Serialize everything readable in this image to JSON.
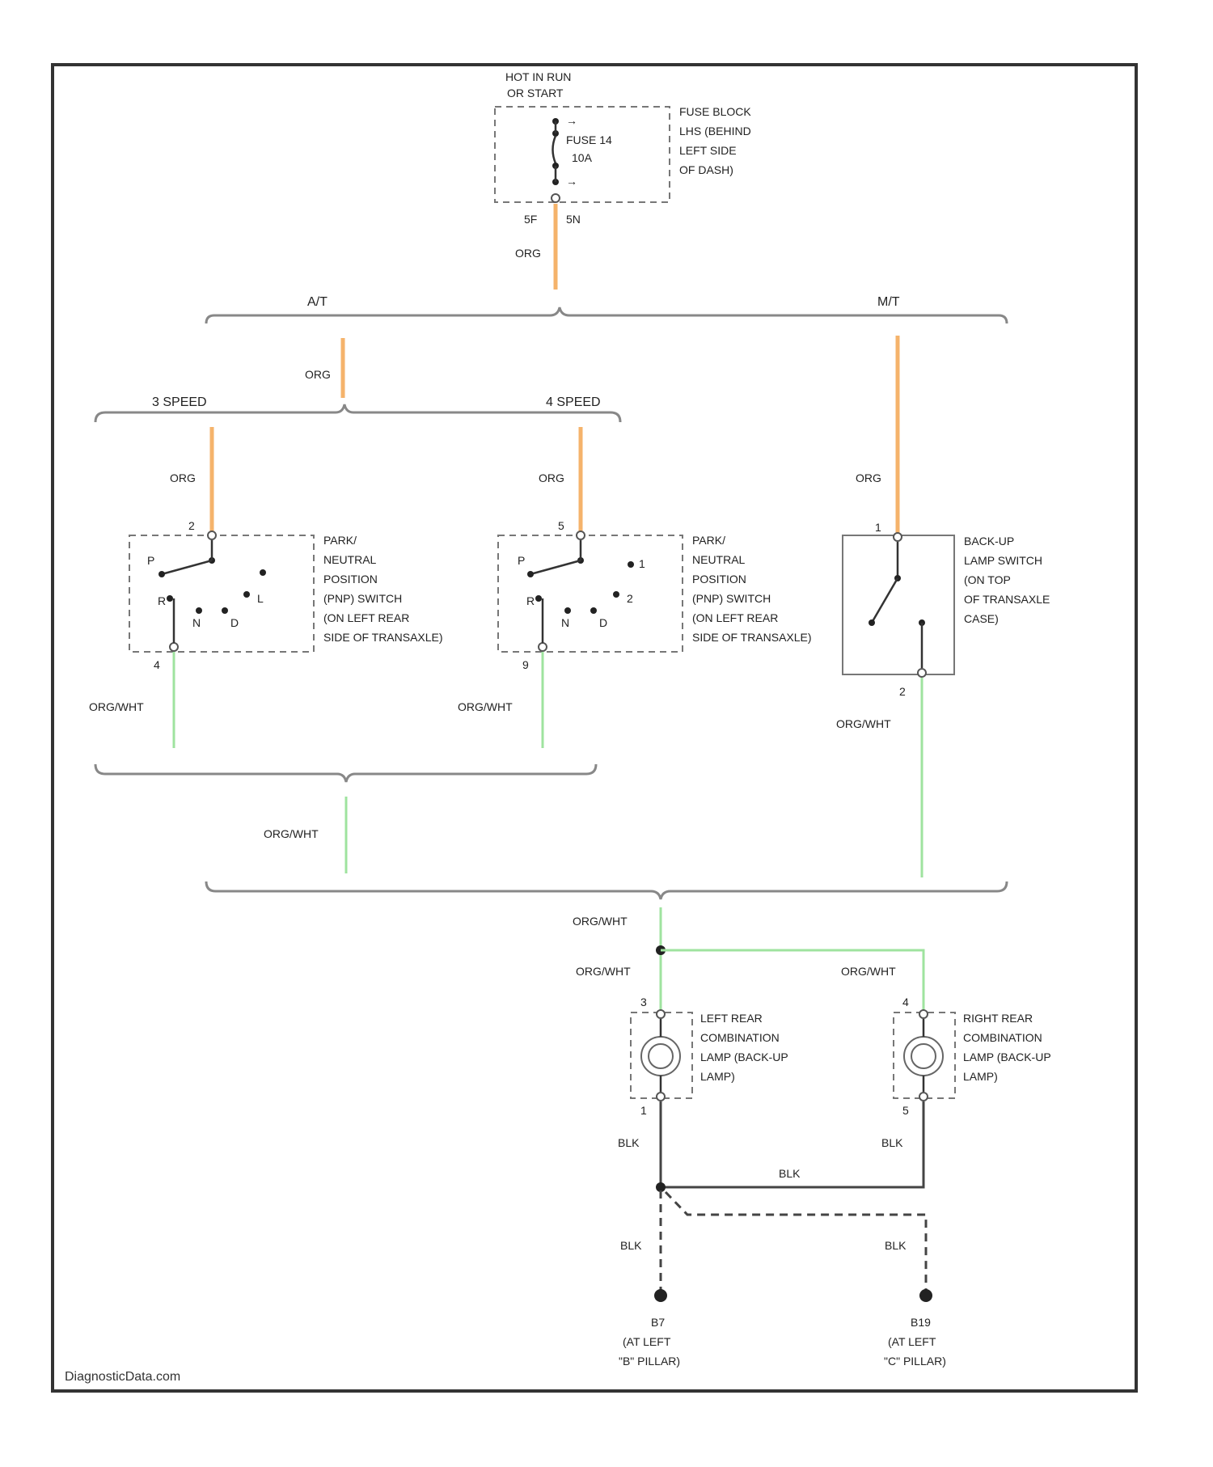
{
  "power": {
    "line1": "HOT IN RUN",
    "line2": "OR START"
  },
  "fuse": {
    "label": "FUSE 14",
    "rating": "10A",
    "location": [
      "FUSE BLOCK",
      "LHS (BEHIND",
      "LEFT SIDE",
      "OF DASH)"
    ],
    "pin_left": "5F",
    "pin_right": "5N"
  },
  "wires": {
    "org": "ORG",
    "org_wht": "ORG/WHT",
    "blk": "BLK"
  },
  "branches": {
    "at": "A/T",
    "mt": "M/T",
    "speed3": "3 SPEED",
    "speed4": "4 SPEED"
  },
  "pnp_switch_3": {
    "pin_top": "2",
    "pin_bottom": "4",
    "positions": [
      "P",
      "R",
      "N",
      "D",
      "L"
    ],
    "desc": [
      "PARK/",
      "NEUTRAL",
      "POSITION",
      "(PNP) SWITCH",
      "(ON LEFT REAR",
      "SIDE OF TRANSAXLE)"
    ]
  },
  "pnp_switch_4": {
    "pin_top": "5",
    "pin_bottom": "9",
    "positions": [
      "P",
      "R",
      "N",
      "D",
      "1",
      "2"
    ],
    "desc": [
      "PARK/",
      "NEUTRAL",
      "POSITION",
      "(PNP) SWITCH",
      "(ON LEFT REAR",
      "SIDE OF TRANSAXLE)"
    ]
  },
  "backup_switch": {
    "pin_top": "1",
    "pin_bottom": "2",
    "desc": [
      "BACK-UP",
      "LAMP SWITCH",
      "(ON TOP",
      "OF TRANSAXLE",
      "CASE)"
    ]
  },
  "left_lamp": {
    "pin_top": "3",
    "pin_bottom": "1",
    "desc": [
      "LEFT REAR",
      "COMBINATION",
      "LAMP (BACK-UP",
      "LAMP)"
    ]
  },
  "right_lamp": {
    "pin_top": "4",
    "pin_bottom": "5",
    "desc": [
      "RIGHT REAR",
      "COMBINATION",
      "LAMP (BACK-UP",
      "LAMP)"
    ]
  },
  "grounds": {
    "left": [
      "B7",
      "(AT LEFT",
      "\"B\" PILLAR)"
    ],
    "right": [
      "B19",
      "(AT LEFT",
      "\"C\" PILLAR)"
    ]
  },
  "watermark": "DiagnosticData.com"
}
